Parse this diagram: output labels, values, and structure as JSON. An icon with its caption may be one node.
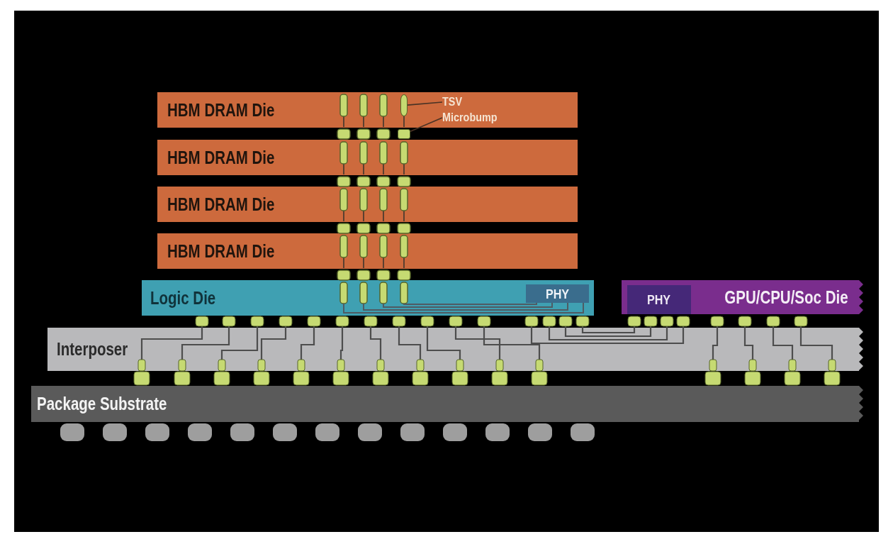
{
  "diagram": {
    "nodes": [
      {
        "text": [
          "HBM DRAM Die"
        ]
      },
      {
        "text": [
          "HBM DRAM Die"
        ]
      },
      {
        "text": [
          "HBM DRAM Die"
        ]
      },
      {
        "text": [
          "HBM DRAM Die"
        ]
      },
      {
        "text": [
          "TSV"
        ],
        "in": 0
      },
      {
        "text": [
          "Microbump"
        ],
        "in": 0
      },
      {
        "text": [],
        "shape": "bar",
        "in": 0
      },
      {
        "text": [],
        "shape": "box"
      },
      {
        "text": [
          "Logic Die"
        ]
      },
      {
        "text": [
          "PHY"
        ],
        "in": 8
      },
      {
        "text": [
          "GPU/CPU/Soc Die"
        ]
      },
      {
        "text": [
          "PHY"
        ],
        "in": 10
      },
      {
        "text": [
          "Interposer"
        ]
      },
      {
        "text": [
          "Package Substrate"
        ]
      }
    ],
    "edges": [
      {
        "from": 4,
        "to": 6,
        "arrow": "none"
      },
      {
        "from": 5,
        "to": 7,
        "arrow": "none"
      }
    ]
  }
}
